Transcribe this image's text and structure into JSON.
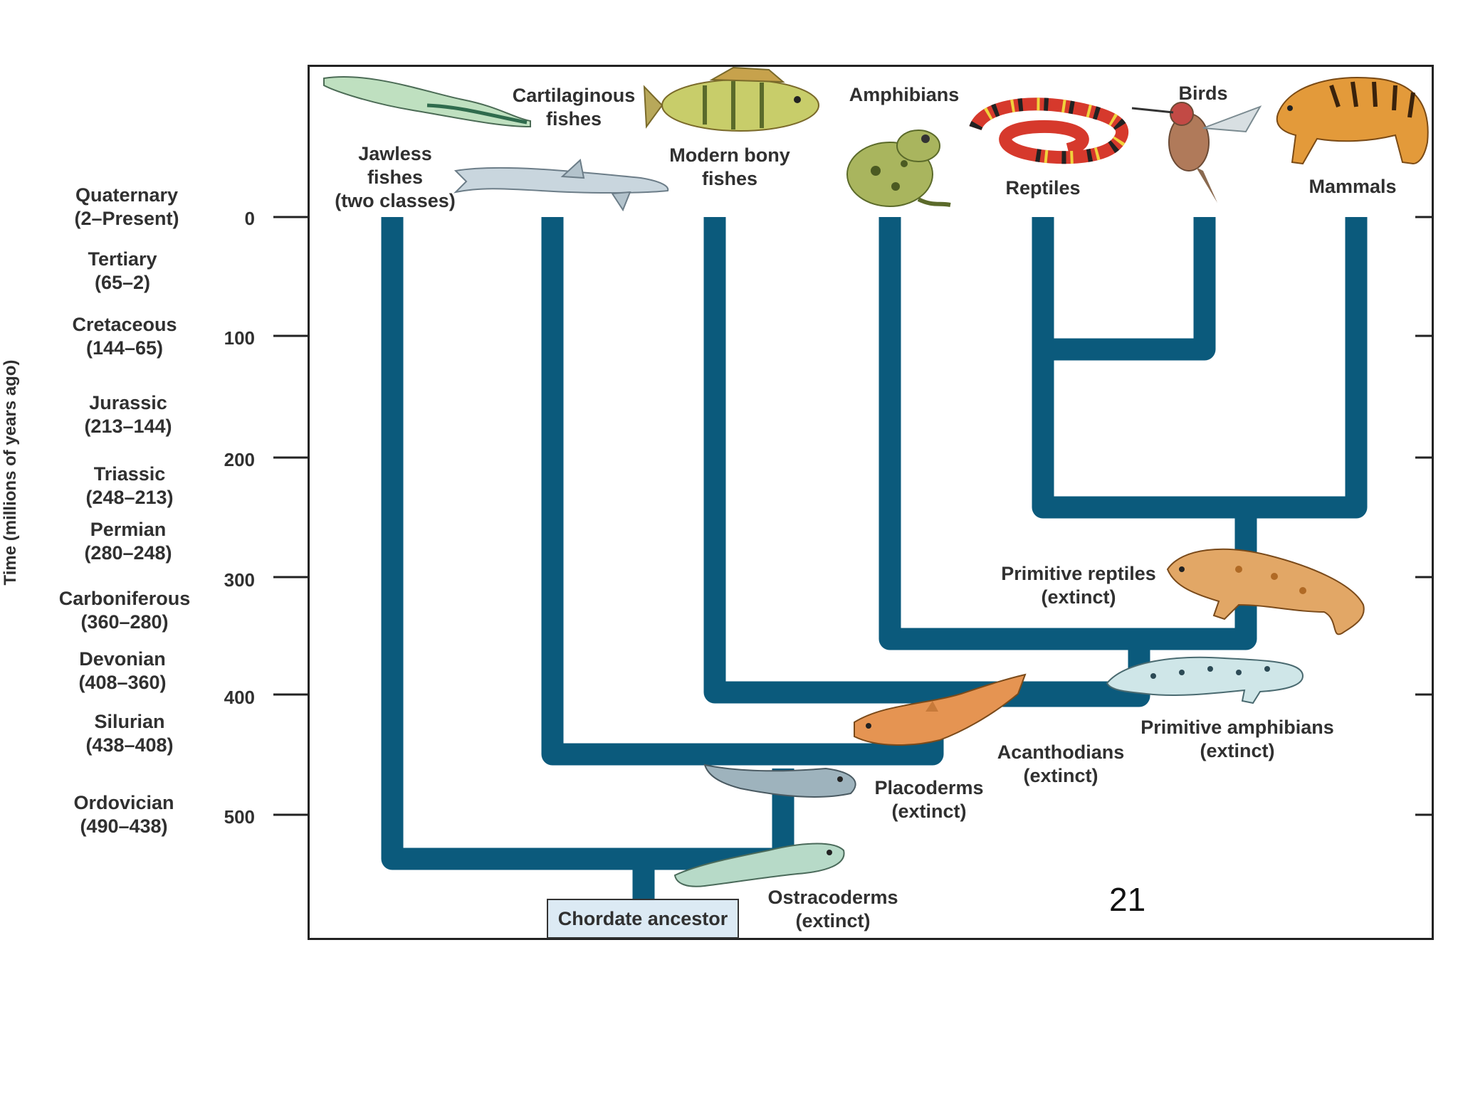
{
  "axis": {
    "title": "Time (millions of years ago)",
    "ticks": [
      "0",
      "100",
      "200",
      "300",
      "400",
      "500"
    ]
  },
  "eras": [
    {
      "name": "Quaternary",
      "range": "(2–Present)"
    },
    {
      "name": "Tertiary",
      "range": "(65–2)"
    },
    {
      "name": "Cretaceous",
      "range": "(144–65)"
    },
    {
      "name": "Jurassic",
      "range": "(213–144)"
    },
    {
      "name": "Triassic",
      "range": "(248–213)"
    },
    {
      "name": "Permian",
      "range": "(280–248)"
    },
    {
      "name": "Carboniferous",
      "range": "(360–280)"
    },
    {
      "name": "Devonian",
      "range": "(408–360)"
    },
    {
      "name": "Silurian",
      "range": "(438–408)"
    },
    {
      "name": "Ordovician",
      "range": "(490–438)"
    }
  ],
  "taxa": {
    "jawless": [
      "Jawless",
      "fishes",
      "(two classes)"
    ],
    "cartilaginous": [
      "Cartilaginous",
      "fishes"
    ],
    "bony": [
      "Modern bony",
      "fishes"
    ],
    "amphibians": [
      "Amphibians"
    ],
    "reptiles": [
      "Reptiles"
    ],
    "birds": [
      "Birds"
    ],
    "mammals": [
      "Mammals"
    ],
    "primitive_reptiles": [
      "Primitive reptiles",
      "(extinct)"
    ],
    "primitive_amphibians": [
      "Primitive amphibians",
      "(extinct)"
    ],
    "acanthodians": [
      "Acanthodians",
      "(extinct)"
    ],
    "placoderms": [
      "Placoderms",
      "(extinct)"
    ],
    "ostracoderms": [
      "Ostracoderms",
      "(extinct)"
    ]
  },
  "ancestor": "Chordate ancestor",
  "page_number": "21",
  "colors": {
    "branch": "#0b5a7c",
    "ancestor_box": "#dceaf4"
  },
  "icons": [
    "lamprey",
    "shark",
    "perch",
    "frog",
    "coral-snake",
    "hummingbird",
    "tiger",
    "primitive-reptile",
    "primitive-amphibian",
    "acanthodian-fish",
    "placoderm-fish",
    "ostracoderm-fish"
  ]
}
